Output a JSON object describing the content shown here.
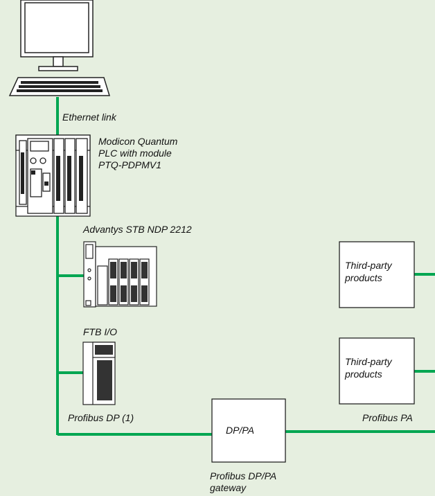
{
  "labels": {
    "ethernet_link": "Ethernet link",
    "plc_line1": "Modicon Quantum",
    "plc_line2": "PLC with module",
    "plc_line3": "PTQ-PDPMV1",
    "advantys": "Advantys STB NDP 2212",
    "ftb": "FTB I/O",
    "profibus_dp": "Profibus DP (1)",
    "profibus_pa": "Profibus PA",
    "gateway_line1": "Profibus DP/PA",
    "gateway_line2": "gateway"
  },
  "boxes": {
    "third_party_1_line1": "Third-party",
    "third_party_1_line2": "products",
    "third_party_2_line1": "Third-party",
    "third_party_2_line2": "products",
    "dp_pa": "DP/PA"
  },
  "colors": {
    "background": "#e6efe0",
    "bus_line": "#00a651",
    "device_fill": "#ffffff",
    "device_stroke": "#222222"
  },
  "icons": {
    "workstation": "computer-workstation-icon",
    "plc": "plc-rack-icon",
    "advantys": "io-island-icon",
    "ftb": "ftb-io-module-icon"
  }
}
